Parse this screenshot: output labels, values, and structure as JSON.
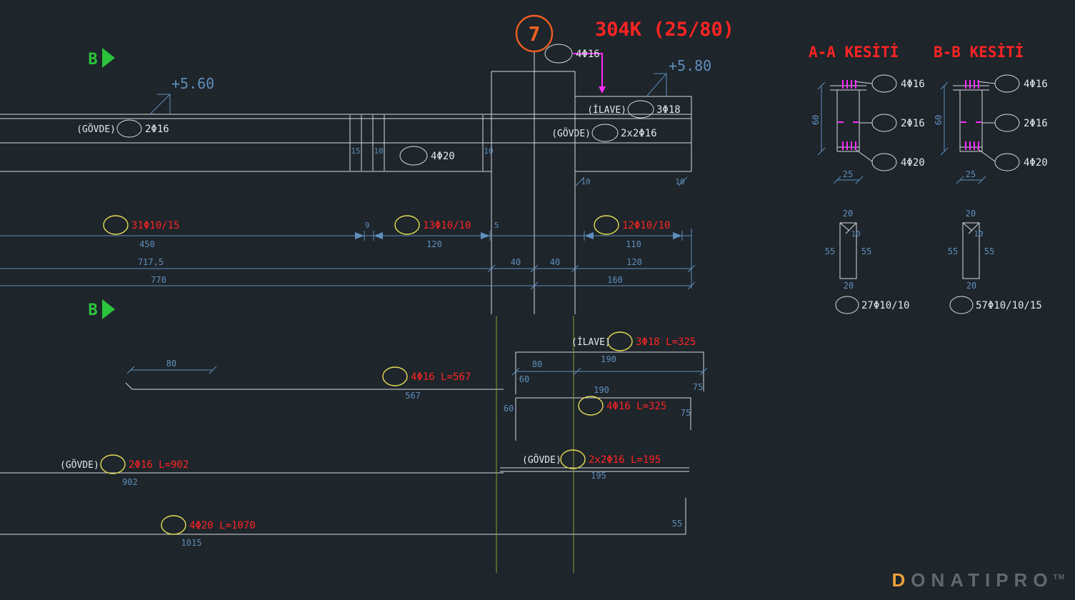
{
  "header": {
    "bubble": "7",
    "title": "304K (25/80)"
  },
  "levels": {
    "left": "+5.60",
    "right": "+5.80"
  },
  "markers": {
    "top": "B",
    "bottom": "B"
  },
  "elev": {
    "govde1_prefix": "(GÖVDE)",
    "govde1_bar": "2Φ16",
    "topbar": "4Φ16",
    "ilave_prefix": "(İLAVE)",
    "ilave_bar": "3Φ18",
    "govde2_prefix": "(GÖVDE)",
    "govde2_bar": "2x2Φ16",
    "botbar": "4Φ20",
    "d15": "15",
    "d10a": "10",
    "d10b": "10",
    "d10c": "10",
    "d10d": "10",
    "zone1": "31Φ10/15",
    "zone1_dim": "450",
    "zone2": "13Φ10/10",
    "zone2_dim": "120",
    "zone3": "12Φ10/10",
    "zone3_dim": "110",
    "gap1": "9",
    "gap2": "5",
    "d7175": "717,5",
    "d40a": "40",
    "d40b": "40",
    "d120": "120",
    "d770": "770",
    "d160": "160"
  },
  "bars": {
    "b1_label": "4Φ16 L=567",
    "b1_d80": "80",
    "b1_len": "567",
    "b2_prefix": "(İLAVE)",
    "b2_label": "3Φ18 L=325",
    "b2_d80": "80",
    "b2_d190": "190",
    "b2_d60": "60",
    "b2_d75": "75",
    "b3_label": "4Φ16 L=325",
    "b3_d190": "190",
    "b3_d60": "60",
    "b3_d75": "75",
    "b4_prefix": "(GÖVDE)",
    "b4_label": "2x2Φ16 L=195",
    "b4_len": "195",
    "b5_prefix": "(GÖVDE)",
    "b5_label": "2Φ16 L=902",
    "b5_len": "902",
    "b6_label": "4Φ20 L=1070",
    "b6_len": "1015",
    "b6_hook": "55"
  },
  "secA": {
    "title": "A-A KESİTİ",
    "bar_top": "4Φ16",
    "bar_mid": "2Φ16",
    "bar_bot": "4Φ20",
    "dim_h": "60",
    "dim_w": "25",
    "st_top": "20",
    "st_hook": "10",
    "st_l": "55",
    "st_r": "55",
    "st_b": "20",
    "st_count": "27Φ10/10"
  },
  "secB": {
    "title": "B-B KESİTİ",
    "bar_top": "4Φ16",
    "bar_mid": "2Φ16",
    "bar_bot": "4Φ20",
    "dim_h": "60",
    "dim_w": "25",
    "st_top": "20",
    "st_hook": "10",
    "st_l": "55",
    "st_r": "55",
    "st_b": "20",
    "st_count": "57Φ10/10/15"
  },
  "watermark": {
    "d": "D",
    "rest": "ONATIPRO",
    "tm": "TM"
  },
  "colors": {
    "background": "#1e252b",
    "line": "#d7dce1",
    "dimension": "#5f8fbc",
    "rebar_label": "#ff2424",
    "label_ellipse": "#e6dd55",
    "axis_bubble": "#ee5f22",
    "section_marker": "#2bc43c",
    "rebar_section": "#ff2bff",
    "grid_axis": "#8f9c33",
    "watermark_d": "#e8a23c",
    "watermark_text": "#62686f"
  }
}
